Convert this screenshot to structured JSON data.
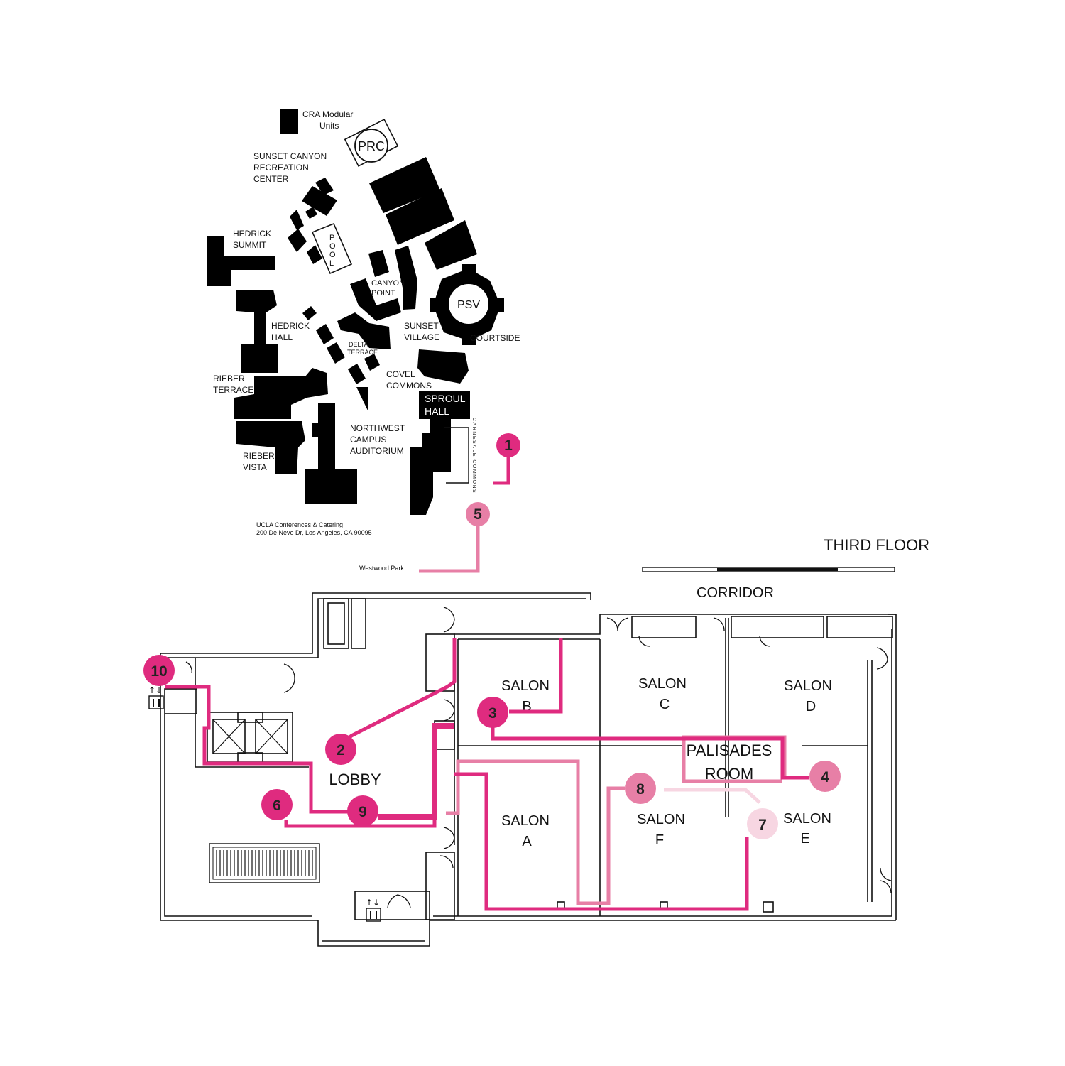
{
  "campus": {
    "cra_modular": "CRA Modular",
    "units": "Units",
    "prc": "PRC",
    "sunset_canyon": [
      "SUNSET CANYON",
      "RECREATION",
      "CENTER"
    ],
    "hedrick_summit": [
      "HEDRICK",
      "SUMMIT"
    ],
    "pool": [
      "P",
      "O",
      "O",
      "L"
    ],
    "canyon_point": [
      "CANYON",
      "POINT"
    ],
    "psv": "PSV",
    "courtside": "COURTSIDE",
    "hedrick_hall": [
      "HEDRICK",
      "HALL"
    ],
    "delta_terrace": [
      "DELTA",
      "TERRACE"
    ],
    "sunset_village": [
      "SUNSET",
      "VILLAGE"
    ],
    "rieber_terrace": [
      "RIEBER",
      "TERRACE"
    ],
    "covel_commons": [
      "COVEL",
      "COMMONS"
    ],
    "sproul_hall": [
      "SPROUL",
      "HALL"
    ],
    "carnesale_commons": "CARNESALE COMMONS",
    "northwest_campus": [
      "NORTHWEST",
      "CAMPUS",
      "AUDITORIUM"
    ],
    "rieber_vista": [
      "RIEBER",
      "VISTA"
    ],
    "address_1": "UCLA Conferences & Catering",
    "address_2": "200 De Neve Dr, Los Angeles, CA 90095",
    "westwood_park": "Westwood Park"
  },
  "floor": {
    "title": "THIRD FLOOR",
    "corridor": "CORRIDOR",
    "lobby": "LOBBY",
    "salon_a": [
      "SALON",
      "A"
    ],
    "salon_b": [
      "SALON",
      "B"
    ],
    "salon_c": [
      "SALON",
      "C"
    ],
    "salon_d": [
      "SALON",
      "D"
    ],
    "salon_e": [
      "SALON",
      "E"
    ],
    "salon_f": [
      "SALON",
      "F"
    ],
    "palisades": [
      "PALISADES",
      "ROOM"
    ]
  },
  "markers": {
    "m1": "1",
    "m2": "2",
    "m3": "3",
    "m4": "4",
    "m5": "5",
    "m6": "6",
    "m7": "7",
    "m8": "8",
    "m9": "9",
    "m10": "10"
  },
  "colors": {
    "route_dark": "#df2b7f",
    "route_mid": "#e77fa6",
    "route_light": "#f7d6e2",
    "walls": "#111111",
    "buildings": "#000000"
  },
  "icons": {
    "elevator": "elevator-icon",
    "stairs": "escalator-icon"
  }
}
